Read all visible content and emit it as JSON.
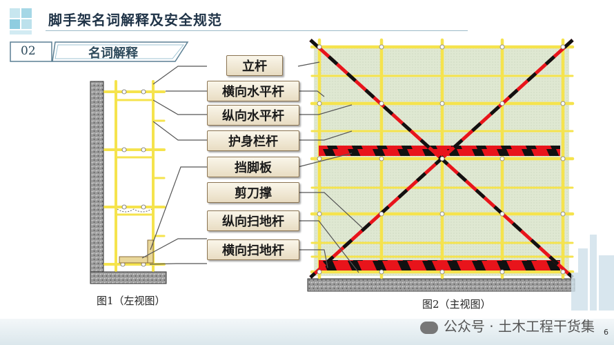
{
  "header": {
    "title": "脚手架名词解释及安全规范",
    "section_number": "02",
    "section_title": "名词解释"
  },
  "labels": [
    "立杆",
    "横向水平杆",
    "纵向水平杆",
    "护身栏杆",
    "挡脚板",
    "剪刀撑",
    "纵向扫地杆",
    "横向扫地杆"
  ],
  "captions": {
    "fig1": "图1（左视图）",
    "fig2": "图2（主视图）"
  },
  "watermark": "公众号 · 土木工程干货集",
  "page_number": "6",
  "colors": {
    "pole": "#f5e34d",
    "mesh": "#dfe8d2",
    "hazard_red": "#e8141b",
    "hazard_black": "#111111",
    "accent": "#8fcde0",
    "label_border": "#8a7350"
  }
}
